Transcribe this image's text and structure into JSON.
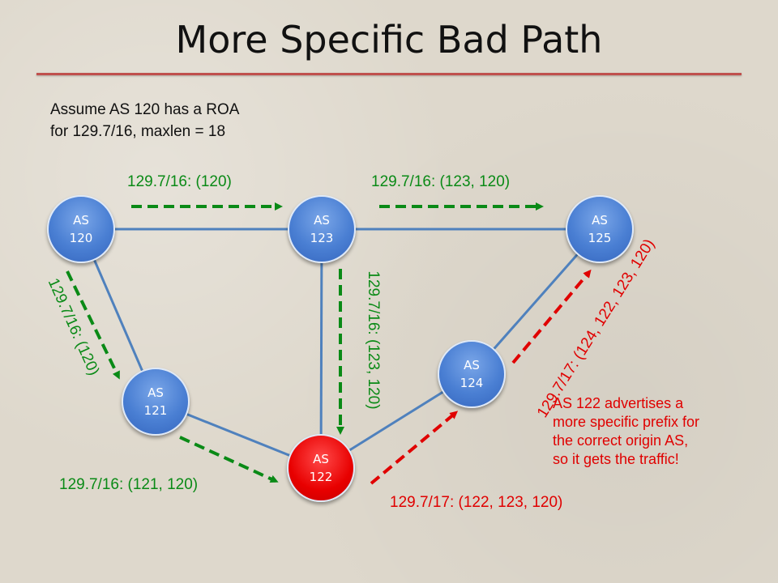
{
  "title": "More Specific Bad Path",
  "assumption": {
    "line1": "Assume AS 120 has a ROA",
    "line2": "for 129.7/16, maxlen = 18"
  },
  "nodes": {
    "as120": {
      "line1": "AS",
      "line2": "120",
      "color": "#4a7fd3"
    },
    "as123": {
      "line1": "AS",
      "line2": "123",
      "color": "#4a7fd3"
    },
    "as125": {
      "line1": "AS",
      "line2": "125",
      "color": "#4a7fd3"
    },
    "as121": {
      "line1": "AS",
      "line2": "121",
      "color": "#4a7fd3"
    },
    "as124": {
      "line1": "AS",
      "line2": "124",
      "color": "#4a7fd3"
    },
    "as122": {
      "line1": "AS",
      "line2": "122",
      "color": "#e80000"
    }
  },
  "routes": {
    "r120_123": "129.7/16: (120)",
    "r123_125": "129.7/16: (123, 120)",
    "r120_121": "129.7/16: (120)",
    "r123_122": "129.7/16: (123, 120)",
    "r121_122": "129.7/16: (121, 120)",
    "r122_124": "129.7/17: (122, 123, 120)",
    "r124_125": "129.7/17: (124, 122, 123, 120)"
  },
  "explanation": {
    "line1": "AS 122 advertises a",
    "line2": "more specific prefix for",
    "line3": "the correct origin AS,",
    "line4": "so it gets the traffic!"
  },
  "colors": {
    "link": "#4f81bd",
    "legit_route": "#0a8a16",
    "bad_route": "#e00000",
    "title_rule": "#c0504d"
  }
}
